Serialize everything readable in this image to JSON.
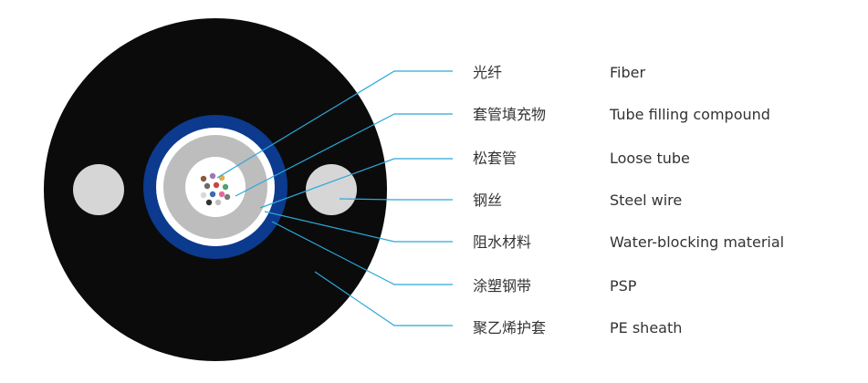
{
  "colors": {
    "sheath": "#0b0b0b",
    "steel_wire": "#d6d6d6",
    "psp": "#0c3a8e",
    "psp_inner": "#ffffff",
    "loose_tube": "#bdbdbd",
    "tube_inner": "#ffffff",
    "leader_line": "#2aa8d8"
  },
  "fiber_colors": [
    "#8a5a3a",
    "#9b7ab0",
    "#e0b040",
    "#6a6a6a",
    "#cc4444",
    "#50a070",
    "#d8d8d8",
    "#3a6ab0",
    "#e06aa0",
    "#333333",
    "#c0c0c0",
    "#7a7a7a"
  ],
  "layers": [
    {
      "zh": "光纤",
      "en": "Fiber"
    },
    {
      "zh": "套管填充物",
      "en": "Tube filling compound"
    },
    {
      "zh": "松套管",
      "en": "Loose tube"
    },
    {
      "zh": "钢丝",
      "en": "Steel wire"
    },
    {
      "zh": "阻水材料",
      "en": "Water-blocking material"
    },
    {
      "zh": "涂塑钢带",
      "en": "PSP"
    },
    {
      "zh": "聚乙烯护套",
      "en": "PE sheath"
    }
  ]
}
